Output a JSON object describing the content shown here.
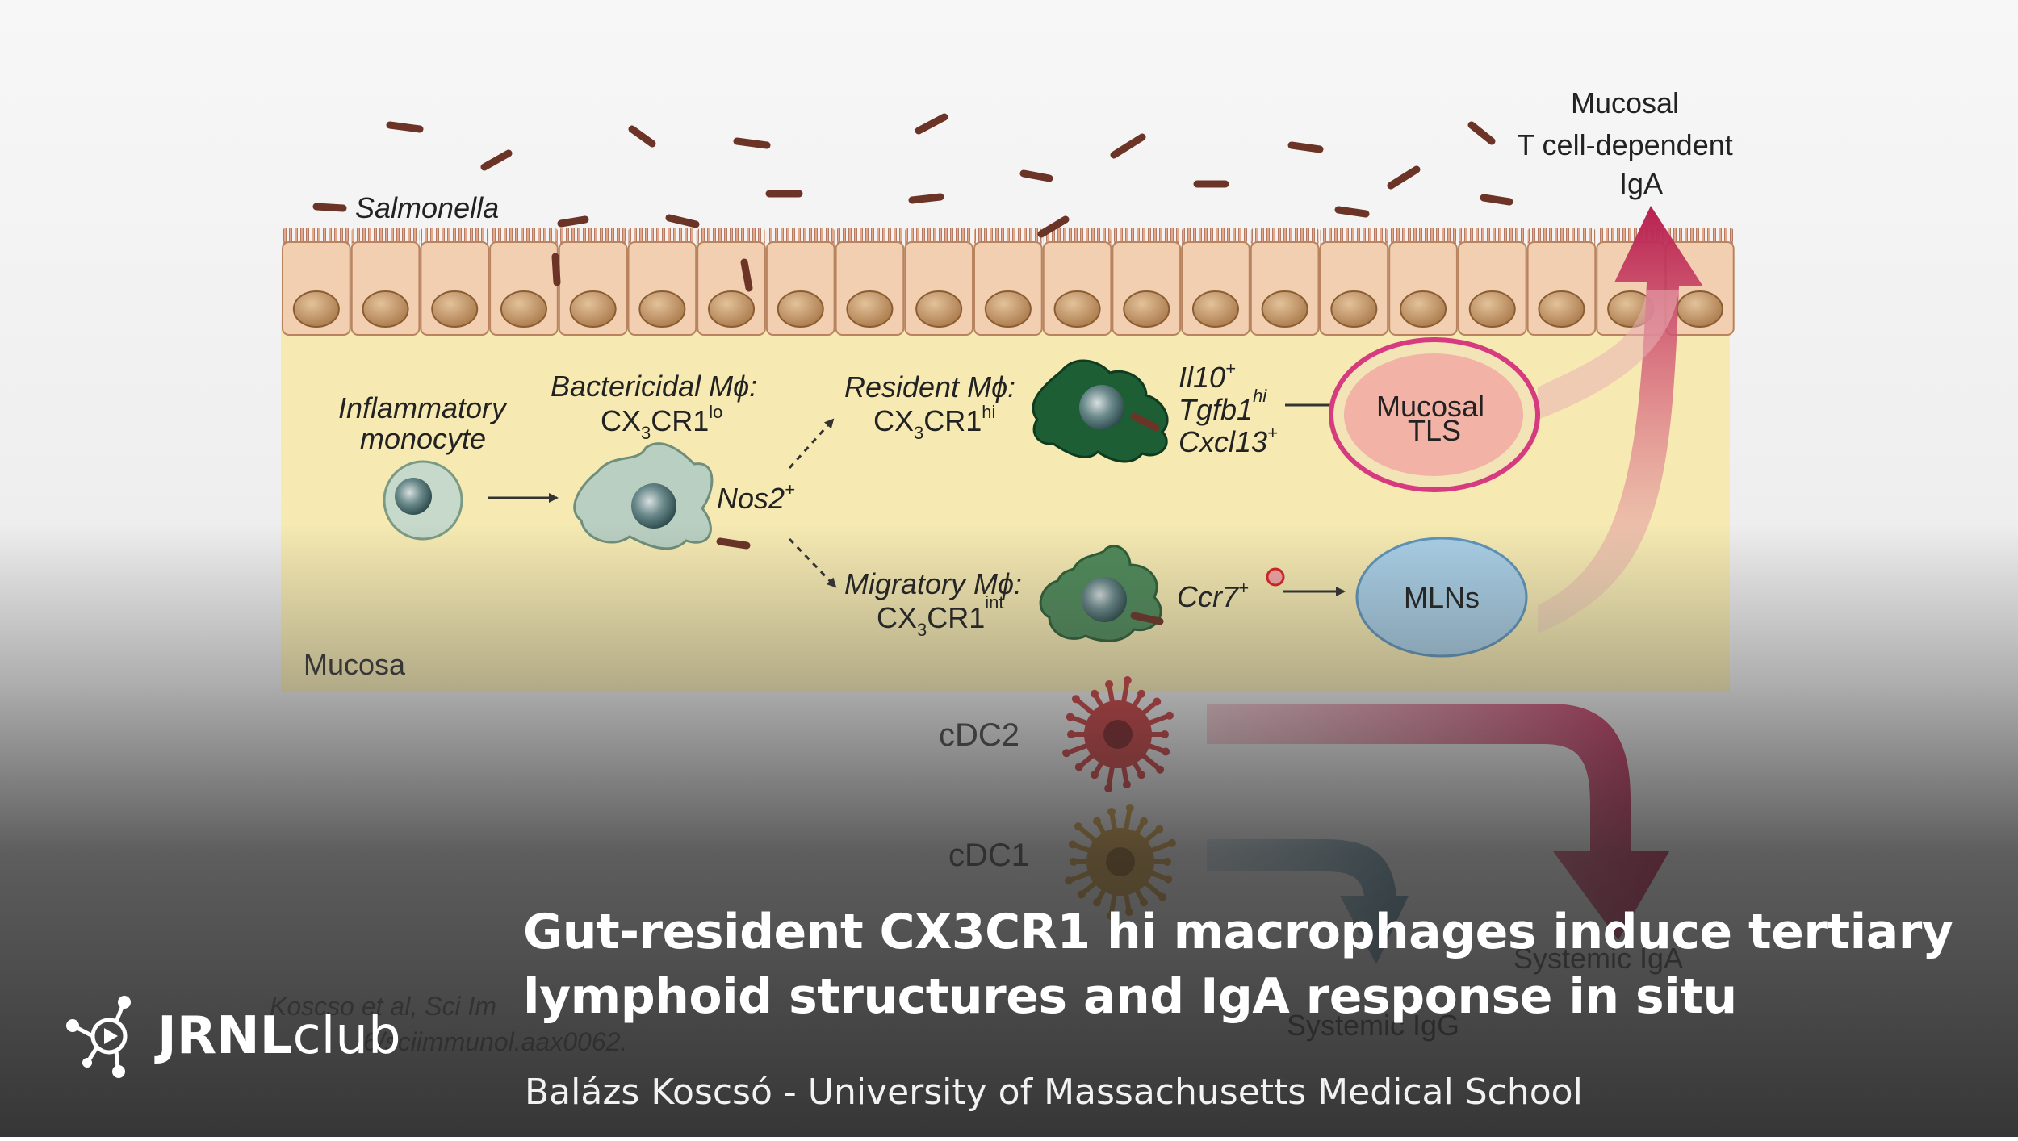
{
  "diagram": {
    "salmonella_label": "Salmonella",
    "mucosa_label": "Mucosa",
    "inflammatory_monocyte": [
      "Inflammatory",
      "monocyte"
    ],
    "bactericidal": {
      "line1": "Bactericidal Mϕ:",
      "cx": "CX",
      "sub3": "3",
      "cr1": "CR1",
      "sup": "lo"
    },
    "nos2": {
      "text": "Nos2",
      "sup": "+"
    },
    "resident": {
      "line1": "Resident Mϕ:",
      "cx": "CX",
      "sub3": "3",
      "cr1": "CR1",
      "sup": "hi"
    },
    "migratory": {
      "line1": "Migratory Mϕ:",
      "cx": "CX",
      "sub3": "3",
      "cr1": "CR1",
      "sup": "int"
    },
    "resident_genes": [
      {
        "text": "Il10",
        "sup": "+"
      },
      {
        "text": "Tgfb1",
        "sup": "hi"
      },
      {
        "text": "Cxcl13",
        "sup": "+"
      }
    ],
    "ccr7": {
      "text": "Ccr7",
      "sup": "+"
    },
    "mucosal_tls": [
      "Mucosal",
      "TLS"
    ],
    "mlns": "MLNs",
    "cdc2": "cDC2",
    "cdc1": "cDC1",
    "top_right": [
      "Mucosal",
      "T cell-dependent",
      "IgA"
    ],
    "systemic_iga": "Systemic IgA",
    "systemic_igg": "Systemic IgG",
    "citation": [
      "Koscso et al, Sci Im",
      "6/sciimmunol.aax0062."
    ]
  },
  "overlay": {
    "title_line1": "Gut-resident CX3CR1 hi macrophages induce tertiary",
    "title_line2": "lymphoid structures and IgA response in situ",
    "subtitle": "Balázs Koscsó - University of Massachusetts Medical School",
    "brand_strong": "JRNL",
    "brand_light": "club"
  },
  "colors": {
    "epithelium": "#f3cfb2",
    "nucleus": "#b88a5c",
    "mucosa": "#f6eab2",
    "bacteria": "#6b3426",
    "resident_macrophage": "#1d5e35",
    "migratory_macrophage": "#4f8a59",
    "bactericidal_macrophage": "#b9cfc1",
    "tls_fill": "#f2b3a6",
    "tls_ring": "#d63a7f",
    "mlns_fill": "#a9cfe6",
    "iga_arrow": "#b8204f",
    "igg_arrow": "#5f8ca0",
    "cdc2": "#c53b3d",
    "cdc1": "#c9963d"
  }
}
